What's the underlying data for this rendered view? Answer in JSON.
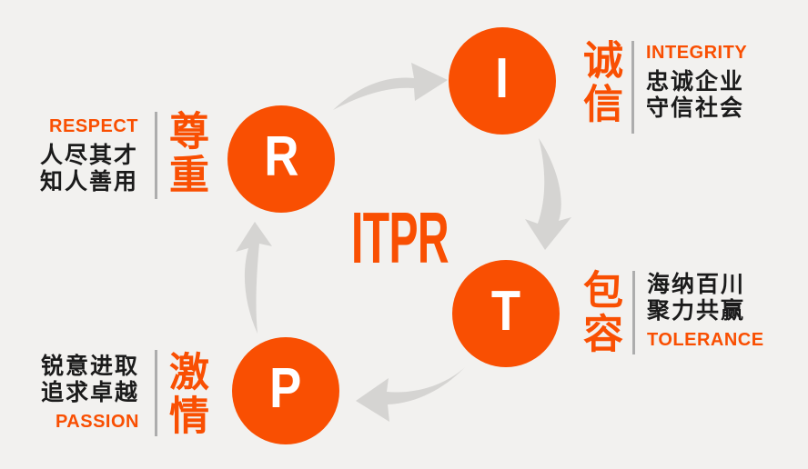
{
  "diagram": {
    "center_title": "ITPR",
    "nodes": [
      {
        "key": "integrity",
        "letter": "I",
        "cn": "诚信",
        "en": "INTEGRITY",
        "desc": [
          "忠诚企业",
          "守信社会"
        ]
      },
      {
        "key": "tolerance",
        "letter": "T",
        "cn": "包容",
        "en": "TOLERANCE",
        "desc": [
          "海纳百川",
          "聚力共赢"
        ]
      },
      {
        "key": "passion",
        "letter": "P",
        "cn": "激情",
        "en": "PASSION",
        "desc": [
          "锐意进取",
          "追求卓越"
        ]
      },
      {
        "key": "respect",
        "letter": "R",
        "cn": "尊重",
        "en": "RESPECT",
        "desc": [
          "人尽其才",
          "知人善用"
        ]
      }
    ],
    "colors": {
      "orange": "#F94F02",
      "background": "#F2F1EF",
      "dark_text": "#1B1B1B",
      "arrow": "#D5D4D2",
      "divider": "#ADADAD"
    }
  }
}
